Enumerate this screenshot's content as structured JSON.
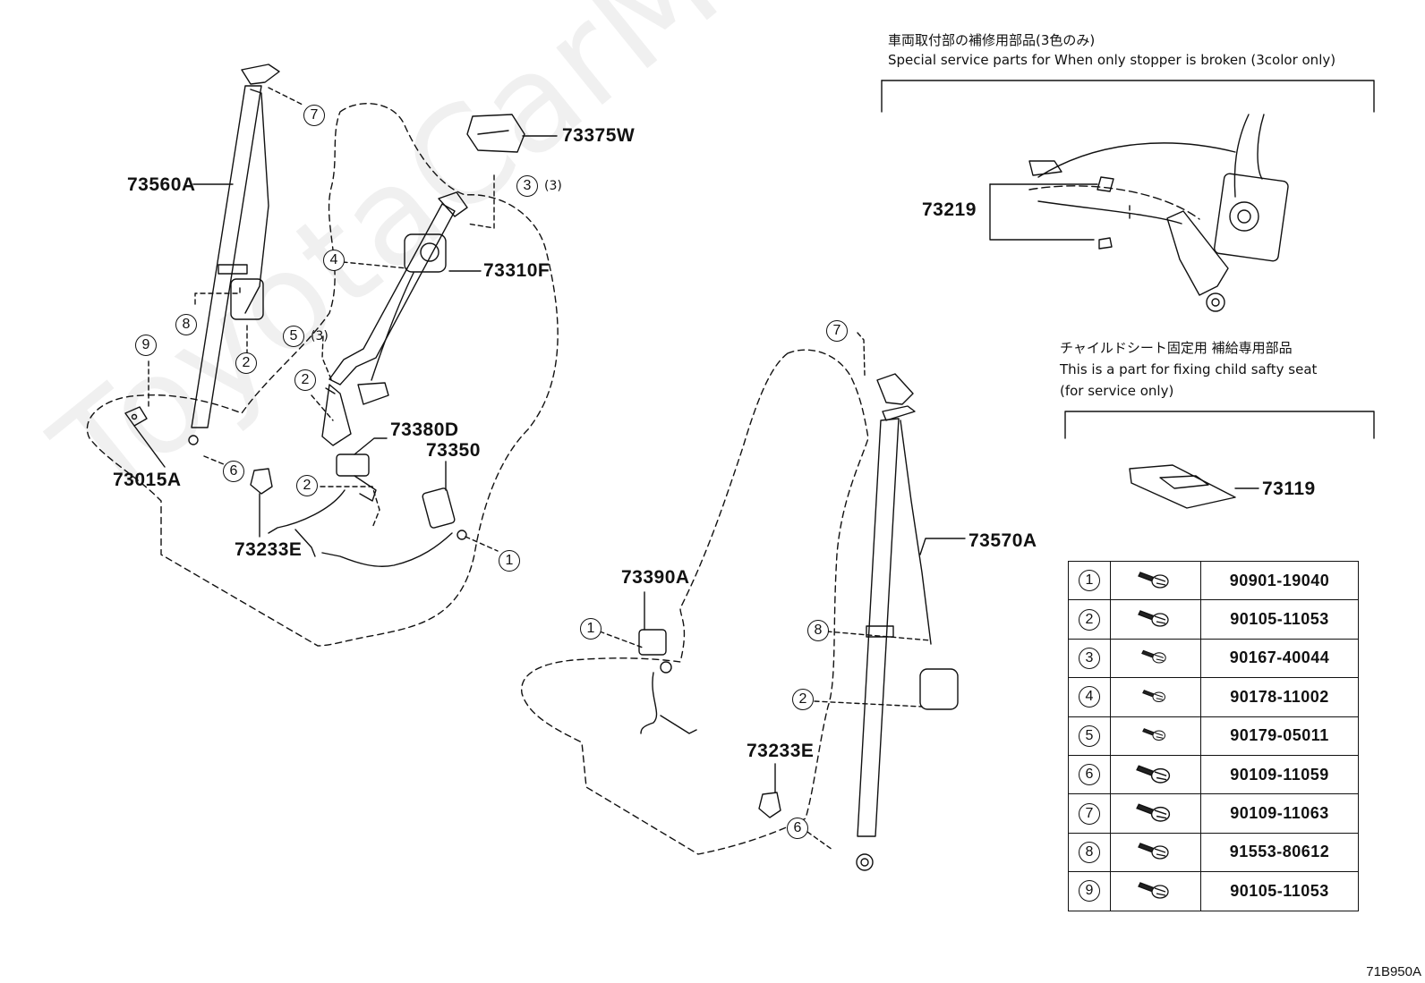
{
  "watermark": "ToyotaCarMine.ru",
  "notes": {
    "stopper_jp": "車両取付部の補修用部品(3色のみ)",
    "stopper_en": "Special service parts for When only stopper is broken (3color only)",
    "child_jp": "チャイルドシート固定用 補給専用部品",
    "child_en1": "This is a part for fixing child safty seat",
    "child_en2": "(for service only)"
  },
  "part_labels": {
    "p73560A": "73560A",
    "p73375W": "73375W",
    "p73310F": "73310F",
    "p73380D": "73380D",
    "p73350": "73350",
    "p73015A": "73015A",
    "p73233E_left": "73233E",
    "p73219": "73219",
    "p73119": "73119",
    "p73570A": "73570A",
    "p73390A": "73390A",
    "p73233E_right": "73233E"
  },
  "callouts": {
    "c7a": "7",
    "c3": "3",
    "c3q": "(3)",
    "c4": "4",
    "c8a": "8",
    "c2a": "2",
    "c9": "9",
    "c5": "5",
    "c5q": "(3)",
    "c2b": "2",
    "c6a": "6",
    "c2c": "2",
    "c1a": "1",
    "c7b": "7",
    "c1b": "1",
    "c8b": "8",
    "c2d": "2",
    "c6b": "6"
  },
  "legend": [
    {
      "num": "1",
      "part": "90901-19040"
    },
    {
      "num": "2",
      "part": "90105-11053"
    },
    {
      "num": "3",
      "part": "90167-40044"
    },
    {
      "num": "4",
      "part": "90178-11002"
    },
    {
      "num": "5",
      "part": "90179-05011"
    },
    {
      "num": "6",
      "part": "90109-11059"
    },
    {
      "num": "7",
      "part": "90109-11063"
    },
    {
      "num": "8",
      "part": "91553-80612"
    },
    {
      "num": "9",
      "part": "90105-11053"
    }
  ],
  "diagram_ref": "71B950A"
}
